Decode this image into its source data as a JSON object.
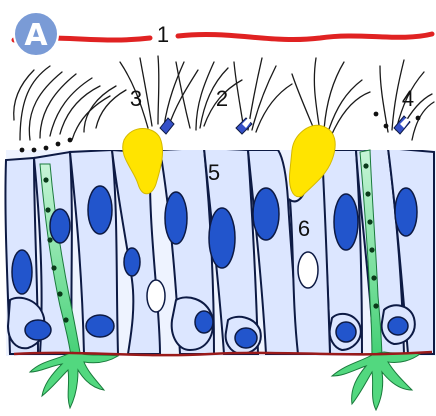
{
  "diagram": {
    "panel_label": "A",
    "callouts": [
      {
        "id": "mucus-layer",
        "text": "1"
      },
      {
        "id": "cilia",
        "text": "2"
      },
      {
        "id": "microvilli",
        "text": "3"
      },
      {
        "id": "basal-bodies",
        "text": "4"
      },
      {
        "id": "ciliated-cell",
        "text": "5"
      },
      {
        "id": "goblet-cell",
        "text": "6"
      }
    ],
    "colors": {
      "surface_layer": "#e02222",
      "basement_membrane": "#9a1a1a",
      "cell_outline": "#0d1a44",
      "nucleus": "#2255cc",
      "cytoplasm": "#dce6ff",
      "secretion": "#ffe400",
      "nerve_fiber": "#52d87f",
      "badge": "#7a9bd6",
      "cilia": "#1a1a1a"
    }
  }
}
